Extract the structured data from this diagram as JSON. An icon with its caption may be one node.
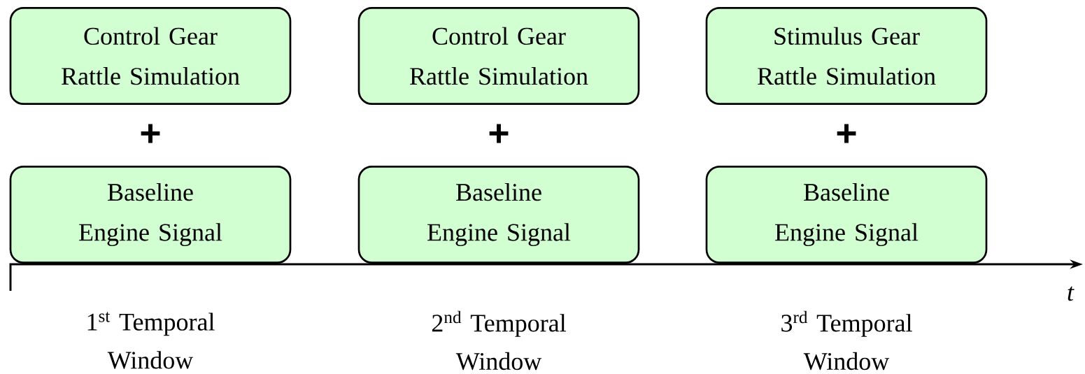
{
  "diagram": {
    "nodes": [
      {
        "text": [
          "Control Gear Rattle Simulation"
        ]
      },
      {
        "text": [
          "Control Gear Rattle Simulation"
        ]
      },
      {
        "text": [
          "Stimulus Gear Rattle Simulation"
        ]
      },
      {
        "text": [
          "Baseline Engine Signal"
        ]
      },
      {
        "text": [
          "Baseline Engine Signal"
        ]
      },
      {
        "text": [
          "Baseline Engine Signal"
        ]
      }
    ],
    "edges": [],
    "labels": [
      "+",
      "+",
      "+",
      "t",
      "1$^{st}$ Temporal Window",
      "2$^{nd}$ Temporal Window",
      "3$^{rd}$ Temporal Window"
    ]
  }
}
